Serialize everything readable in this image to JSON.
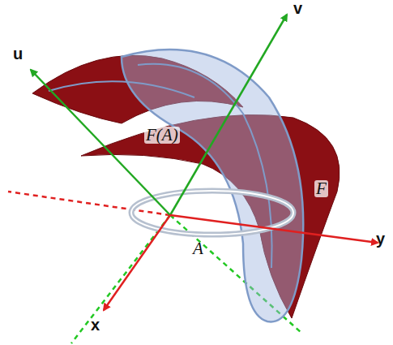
{
  "diagram": {
    "labels": [
      "u",
      "v",
      "F(A)",
      "F",
      "x",
      "A",
      "y"
    ]
  }
}
